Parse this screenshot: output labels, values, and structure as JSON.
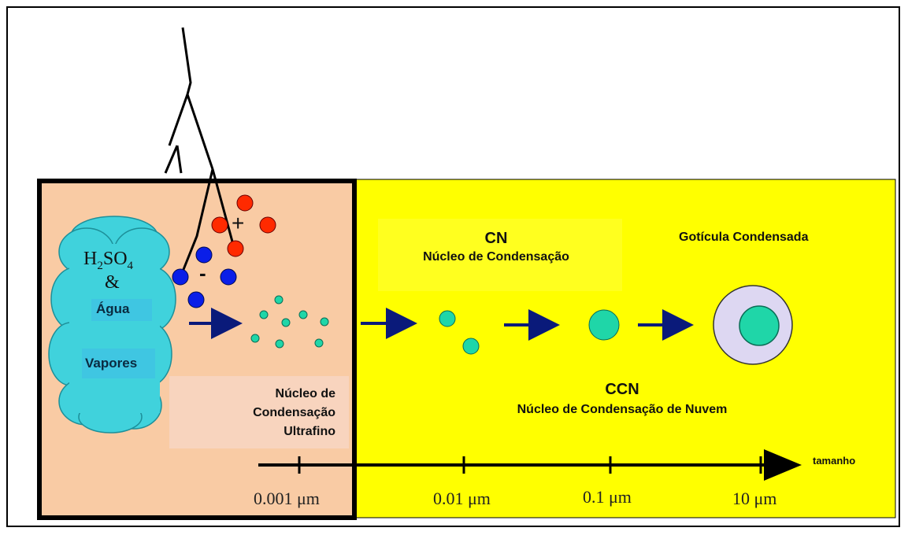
{
  "chem": {
    "formula": "H2SO4",
    "ampersand": "&"
  },
  "cloud_labels": {
    "water": "Água",
    "vapors": "Vapores"
  },
  "charges": {
    "plus": "+",
    "minus": "-"
  },
  "labels": {
    "cn_title": "CN",
    "cn_sub": "Núcleo de Condensação",
    "droplet": "Gotícula Condensada",
    "ultrafine_1": "Núcleo de",
    "ultrafine_2": "Condensação",
    "ultrafine_3": "Ultrafino",
    "ccn_title": "CCN",
    "ccn_sub": "Núcleo de Condensação de Nuvem"
  },
  "axis": {
    "label": "tamanho",
    "ticks": [
      "0.001 μm",
      "0.01 μm",
      "0.1 μm",
      "10 μm"
    ]
  },
  "colors": {
    "peach": "#f9cba4",
    "yellow": "#ffff00",
    "cloud": "#40d2dc",
    "particle": "#1fd6a8",
    "ion_pos": "#ff2a00",
    "ion_neg": "#0a1ee8",
    "arrow": "#0a1a7a",
    "halo": "#ddd7f2"
  }
}
